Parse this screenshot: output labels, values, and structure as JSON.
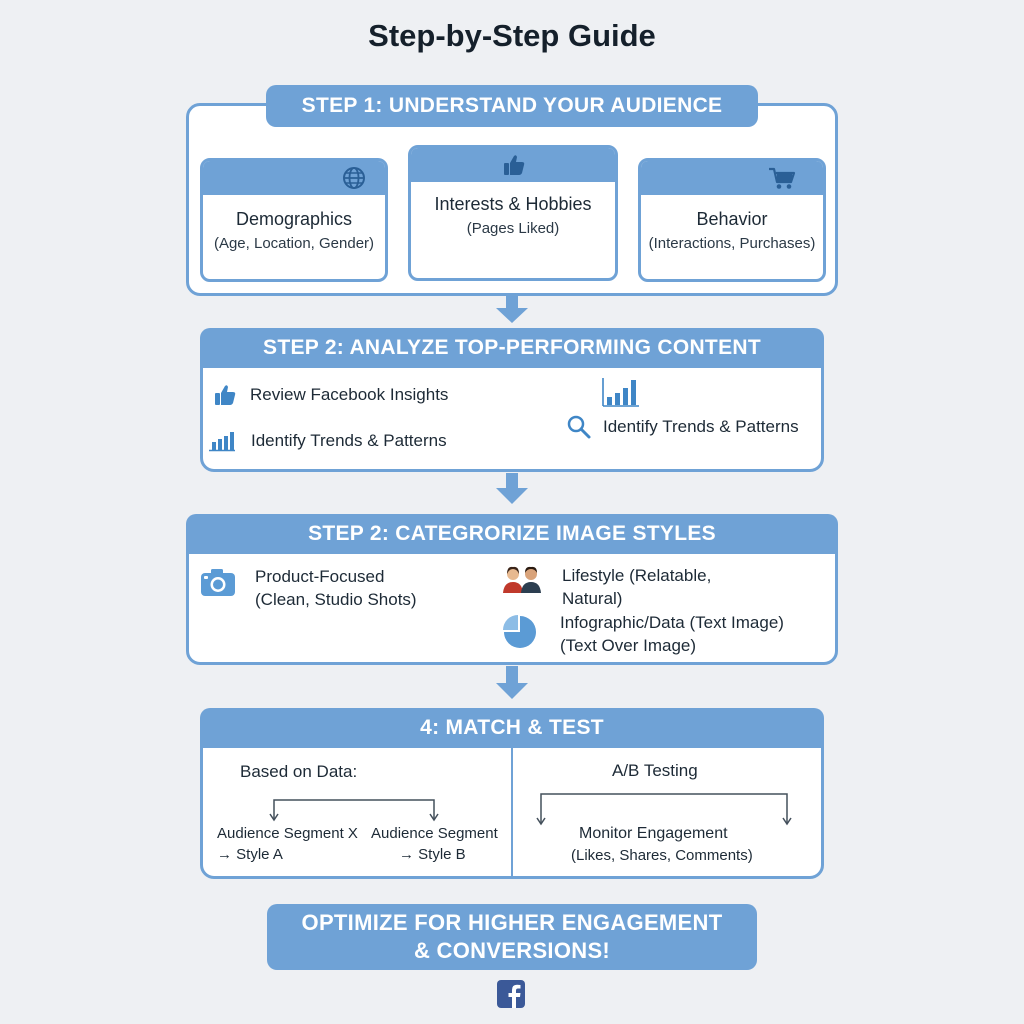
{
  "title": "Step-by-Step Guide",
  "step1": {
    "heading": "STEP 1: UNDERSTAND YOUR AUDIENCE",
    "cards": [
      {
        "title": "Demographics",
        "subtitle": "(Age, Location, Gender)",
        "icon": "globe-icon"
      },
      {
        "title": "Interests & Hobbies",
        "subtitle": "(Pages Liked)",
        "icon": "thumbs-up-icon"
      },
      {
        "title": "Behavior",
        "subtitle": "(Interactions, Purchases)",
        "icon": "cart-icon"
      }
    ]
  },
  "step2": {
    "heading": "STEP 2: ANALYZE TOP-PERFORMING CONTENT",
    "items": [
      {
        "label": "Review Facebook Insights",
        "icon": "thumbs-up-icon"
      },
      {
        "label": "Identify Trends & Patterns",
        "icon": "bar-chart-icon"
      },
      {
        "label": "Identify Trends & Patterns",
        "icon": "magnifier-icon"
      }
    ]
  },
  "step3": {
    "heading": "STEP 2: CATEGRORIZE IMAGE STYLES",
    "items": [
      {
        "line1": "Product-Focused",
        "line2": "(Clean, Studio Shots)",
        "icon": "camera-icon"
      },
      {
        "line1": "Lifestyle (Relatable,",
        "line2": "Natural)",
        "icon": "people-photo-icon"
      },
      {
        "line1": "Infographic/Data (Text Image)",
        "line2": "(Text Over Image)",
        "icon": "pie-chart-icon"
      }
    ]
  },
  "step4": {
    "heading": "4: MATCH & TEST",
    "left": {
      "heading": "Based on Data:",
      "seg_a_line1": "Audience Segment X",
      "seg_a_line2": "→ Style A",
      "seg_b_line1": "Audience Segment",
      "seg_b_line2": "→ Style B"
    },
    "right": {
      "heading": "A/B Testing",
      "line1": "Monitor Engagement",
      "line2": "(Likes, Shares, Comments)"
    }
  },
  "footer": {
    "line1": "OPTIMIZE FOR HIGHER ENGAGEMENT",
    "line2": "& CONVERSIONS!",
    "icon": "facebook-logo-icon"
  },
  "colors": {
    "accent": "#6fa2d6",
    "icon_blue": "#3f86c6",
    "background": "#eef0f3"
  }
}
